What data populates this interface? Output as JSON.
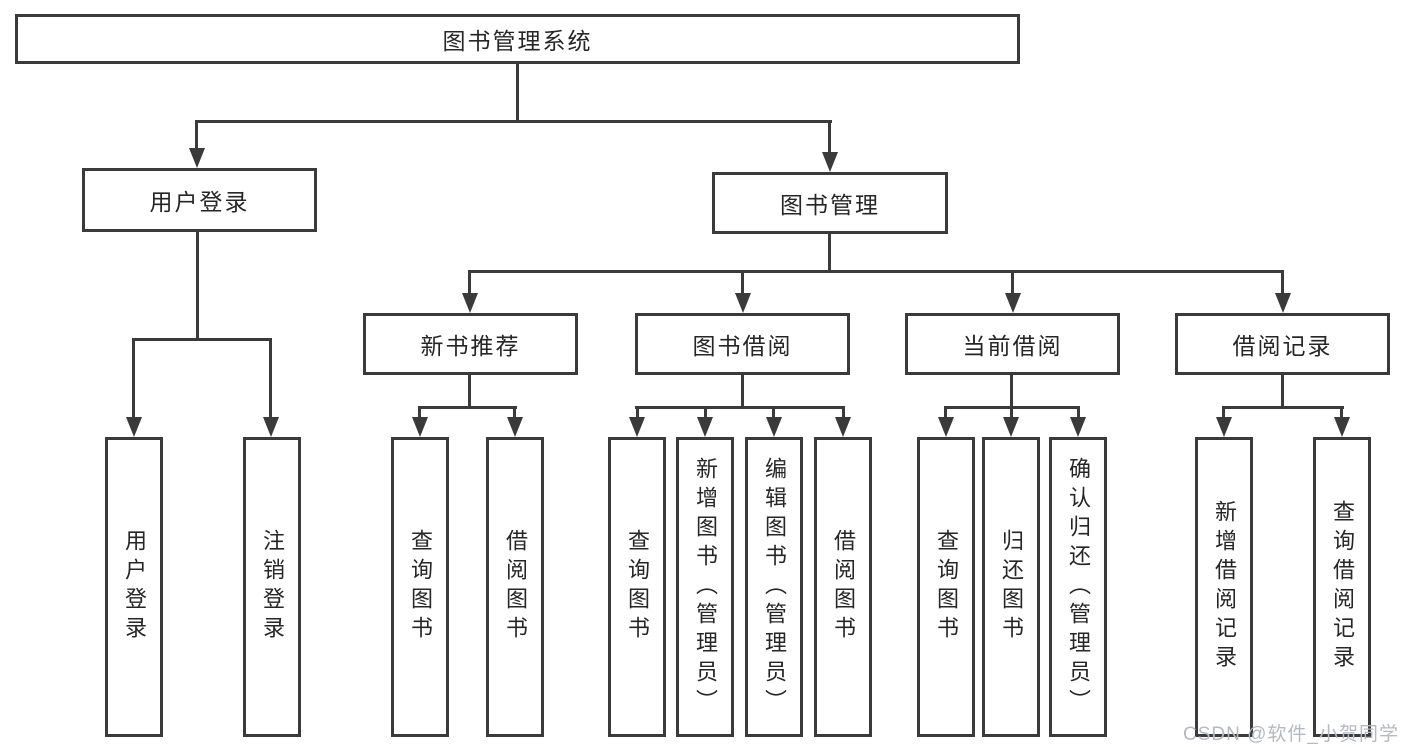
{
  "tree": {
    "root": {
      "label": "图书管理系统"
    },
    "children": [
      {
        "label": "用户登录",
        "children": [
          {
            "label": "用户登录"
          },
          {
            "label": "注销登录"
          }
        ]
      },
      {
        "label": "图书管理",
        "children": [
          {
            "label": "新书推荐",
            "children": [
              {
                "label": "查询图书"
              },
              {
                "label": "借阅图书"
              }
            ]
          },
          {
            "label": "图书借阅",
            "children": [
              {
                "label": "查询图书"
              },
              {
                "label": "新增图书（管理员）"
              },
              {
                "label": "编辑图书（管理员）"
              },
              {
                "label": "借阅图书"
              }
            ]
          },
          {
            "label": "当前借阅",
            "children": [
              {
                "label": "查询图书"
              },
              {
                "label": "归还图书"
              },
              {
                "label": "确认归还（管理员）"
              }
            ]
          },
          {
            "label": "借阅记录",
            "children": [
              {
                "label": "新增借阅记录"
              },
              {
                "label": "查询借阅记录"
              }
            ]
          }
        ]
      }
    ]
  },
  "watermark": "CSDN @软件_小贺同学",
  "colors": {
    "line": "#3a3a3a",
    "text": "#262626",
    "watermark": "#b4bac0",
    "background": "#ffffff"
  }
}
